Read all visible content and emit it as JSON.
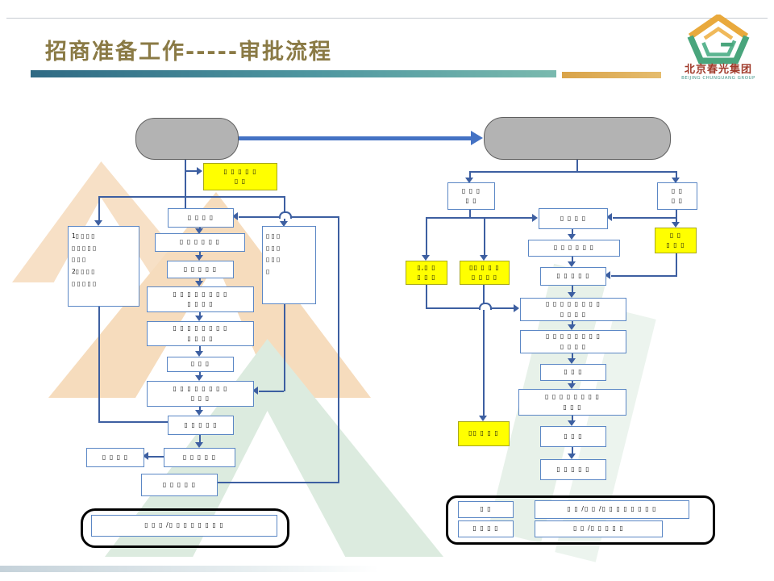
{
  "slide_title": "招商准备工作-----审批流程",
  "logo": {
    "name_cn": "北京春光集团",
    "name_en": "BEIJING CHUNGUANG GROUP"
  },
  "colors": {
    "accent_blue": "#4472c4",
    "box_border": "#5b87c5",
    "highlight_yellow": "#ffff00",
    "gray_node": "#b3b3b3",
    "title_gold": "#8a7a45",
    "bar_teal": "#2f6a84",
    "bar_gold": "#d9a348"
  },
  "left_flow": {
    "start_label": "",
    "note": {
      "l1": "▯ ▯ ▯ ▯ ▯",
      "l2": "▯ ▯"
    },
    "side_left": [
      "1▯ ▯ ▯ ▯",
      "▯ ▯ ▯ ▯ ▯",
      "▯ ▯ ▯",
      "2▯ ▯ ▯ ▯",
      "▯ ▯ ▯ ▯ ▯"
    ],
    "side_right": [
      "▯ ▯ ▯",
      "▯ ▯ ▯",
      "▯ ▯ ▯",
      "▯"
    ],
    "s1": "▯ ▯ ▯ ▯",
    "s2": "▯ ▯ ▯ ▯ ▯ ▯",
    "s3": "▯ ▯ ▯ ▯ ▯",
    "s4l1": "▯ ▯ ▯ ▯ ▯ ▯ ▯ ▯",
    "s4l2": "▯ ▯ ▯ ▯",
    "s5l1": "▯ ▯ ▯ ▯ ▯ ▯ ▯ ▯",
    "s5l2": "▯ ▯ ▯ ▯",
    "s6": "▯ ▯ ▯",
    "s7l1": "▯ ▯ ▯ ▯ ▯ ▯ ▯ ▯",
    "s7l2": "▯ ▯ ▯",
    "s8": "▯ ▯ ▯ ▯ ▯",
    "s9": "▯ ▯ ▯ ▯ ▯",
    "s10": "▯ ▯ ▯ ▯",
    "s11": "▯ ▯ ▯ ▯ ▯",
    "footer": "▯ ▯ ▯ /▯ ▯ ▯ ▯ ▯ ▯ ▯ ▯"
  },
  "right_flow": {
    "start_label": "",
    "b1l1": "▯ ▯ ▯",
    "b1l2": "▯ ▯",
    "b2l1": "▯ ▯",
    "b2l2": "▯ ▯",
    "b3": "▯ ▯ ▯ ▯",
    "b4": "▯ ▯ ▯ ▯ ▯ ▯",
    "b5": "▯ ▯ ▯ ▯ ▯",
    "y1l1": "▯,▯ ▯",
    "y1l2": "▯ ▯ ▯",
    "y2l1": "▯▯ ▯ ▯ ▯",
    "y2l2": "▯ ▯ ▯ ▯",
    "y3l1": "▯ ▯",
    "y3l2": "▯ ▯ ▯",
    "b6l1": "▯ ▯ ▯ ▯ ▯ ▯ ▯ ▯",
    "b6l2": "▯ ▯ ▯ ▯",
    "b7l1": "▯ ▯ ▯ ▯ ▯ ▯ ▯ ▯",
    "b7l2": "▯ ▯ ▯ ▯",
    "b8": "▯ ▯ ▯",
    "b9l1": "▯ ▯ ▯ ▯ ▯ ▯ ▯ ▯",
    "b9l2": "▯ ▯ ▯",
    "y4": "▯▯ ▯ ▯ ▯",
    "b10": "▯ ▯ ▯",
    "b11": "▯ ▯ ▯ ▯ ▯",
    "legend": {
      "k1": "▯ ▯",
      "v1": "▯ ▯ /▯ ▯ /▯ ▯ ▯ ▯ ▯ ▯ ▯ ▯",
      "k2": "▯ ▯ ▯ ▯",
      "v2": "▯ ▯ /▯ ▯ ▯ ▯ ▯"
    }
  }
}
